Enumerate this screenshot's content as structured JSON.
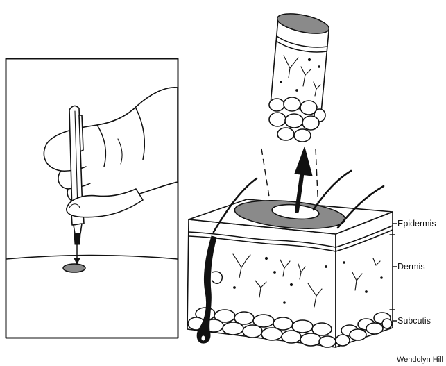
{
  "labels": {
    "epidermis": "Epidermis",
    "dermis": "Dermis",
    "subcutis": "Subcutis"
  },
  "credit": "Wendolyn Hill",
  "colors": {
    "ink": "#111111",
    "shade": "#8a8a8a",
    "paper": "#ffffff"
  }
}
